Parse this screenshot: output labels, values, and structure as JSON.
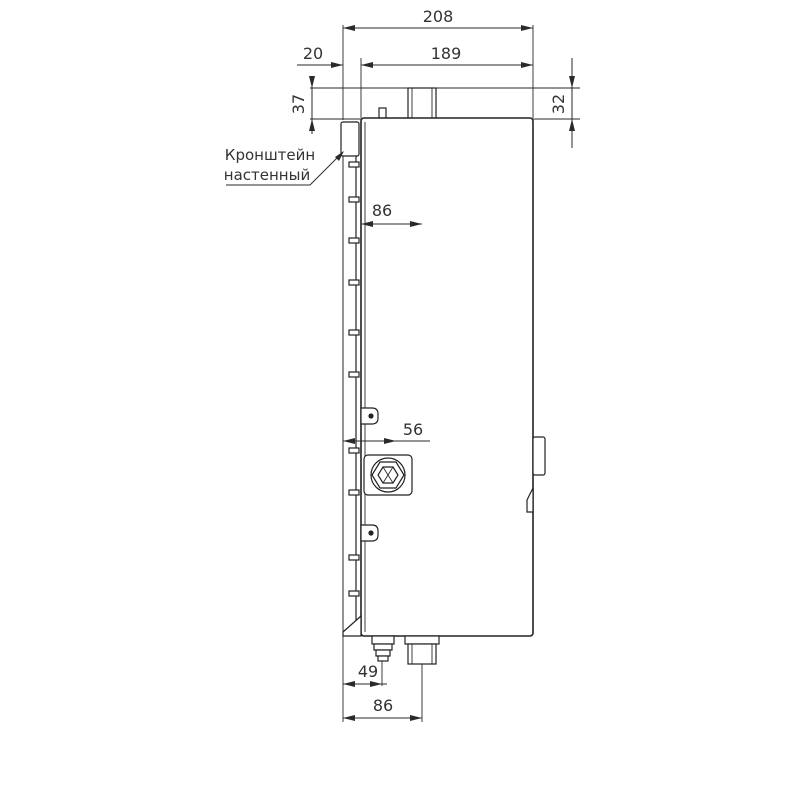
{
  "dimensions": {
    "overall_depth": "208",
    "bracket_offset": "20",
    "body_depth": "189",
    "top_fitting_height": "37",
    "top_right_height": "32",
    "top_fitting_offset": "86",
    "mid_fitting_offset": "56",
    "bottom_small_offset": "49",
    "bottom_fitting_offset": "86"
  },
  "labels": {
    "bracket_line1": "Кронштейн",
    "bracket_line2": "настенный"
  }
}
